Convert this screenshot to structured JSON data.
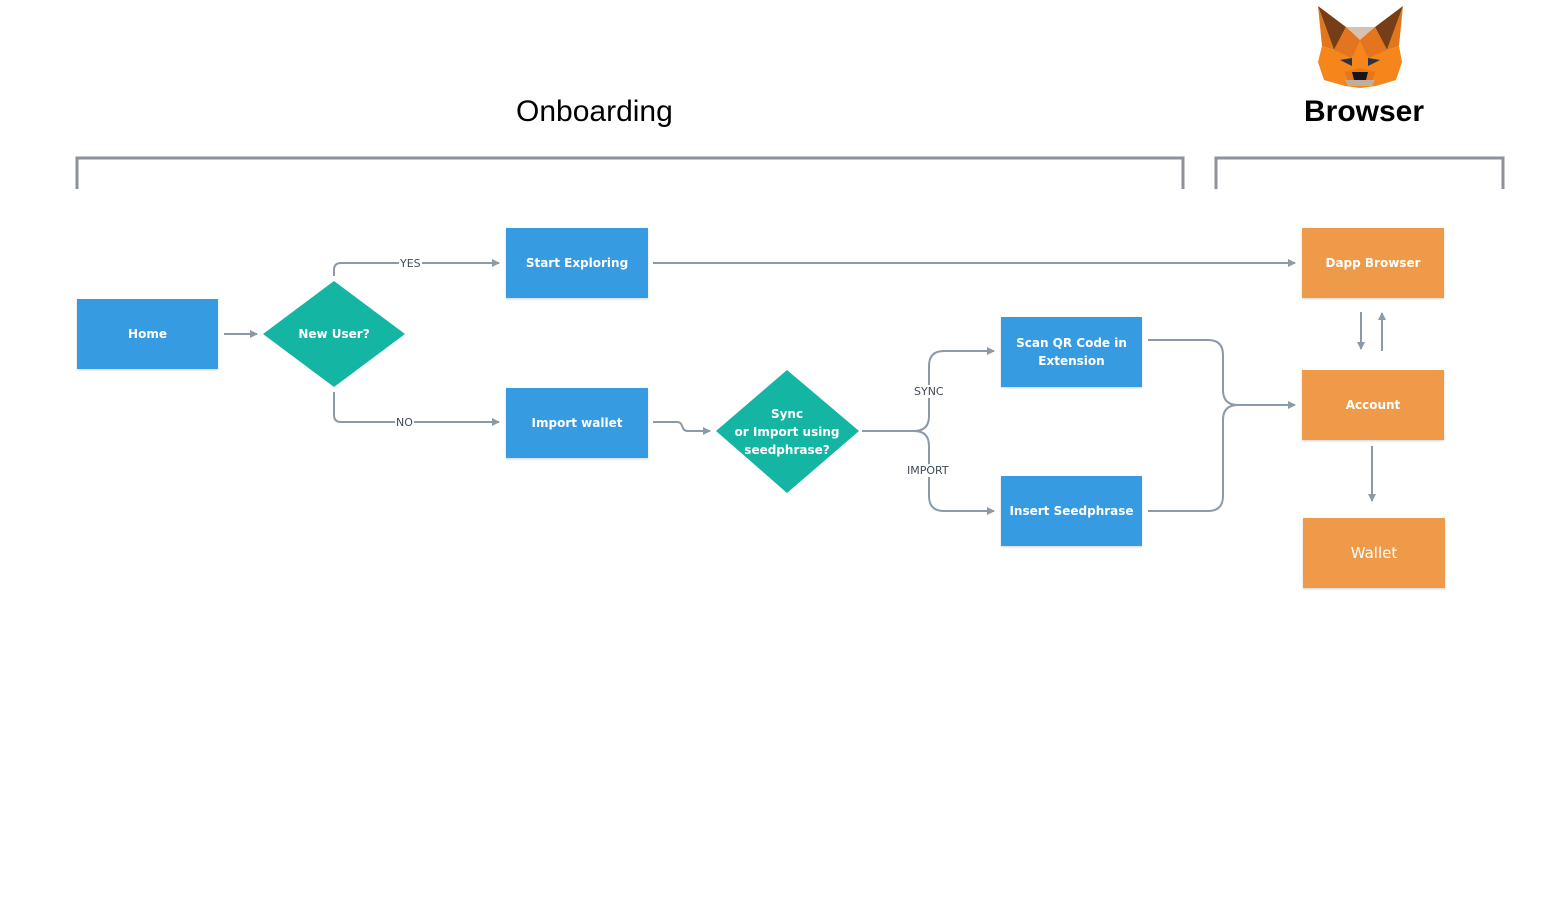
{
  "sections": {
    "onboarding": "Onboarding",
    "browser": "Browser"
  },
  "logo": {
    "icon": "metamask-fox-icon"
  },
  "nodes": {
    "home": "Home",
    "new_user": "New User?",
    "start_exploring": "Start Exploring",
    "import_wallet": "Import wallet",
    "sync_or_import": "Sync\nor Import using\nseedphrase?",
    "scan_qr": "Scan QR Code in\nExtension",
    "insert_seedphrase": "Insert Seedphrase",
    "dapp_browser": "Dapp Browser",
    "account": "Account",
    "wallet": "Wallet"
  },
  "edges": {
    "yes": "YES",
    "no": "NO",
    "sync": "SYNC",
    "import": "IMPORT"
  },
  "colors": {
    "process": "#379be1",
    "decision": "#14b5a3",
    "browser": "#ef9a48",
    "connector": "#8c9aa8",
    "bracket": "#8e9399"
  }
}
